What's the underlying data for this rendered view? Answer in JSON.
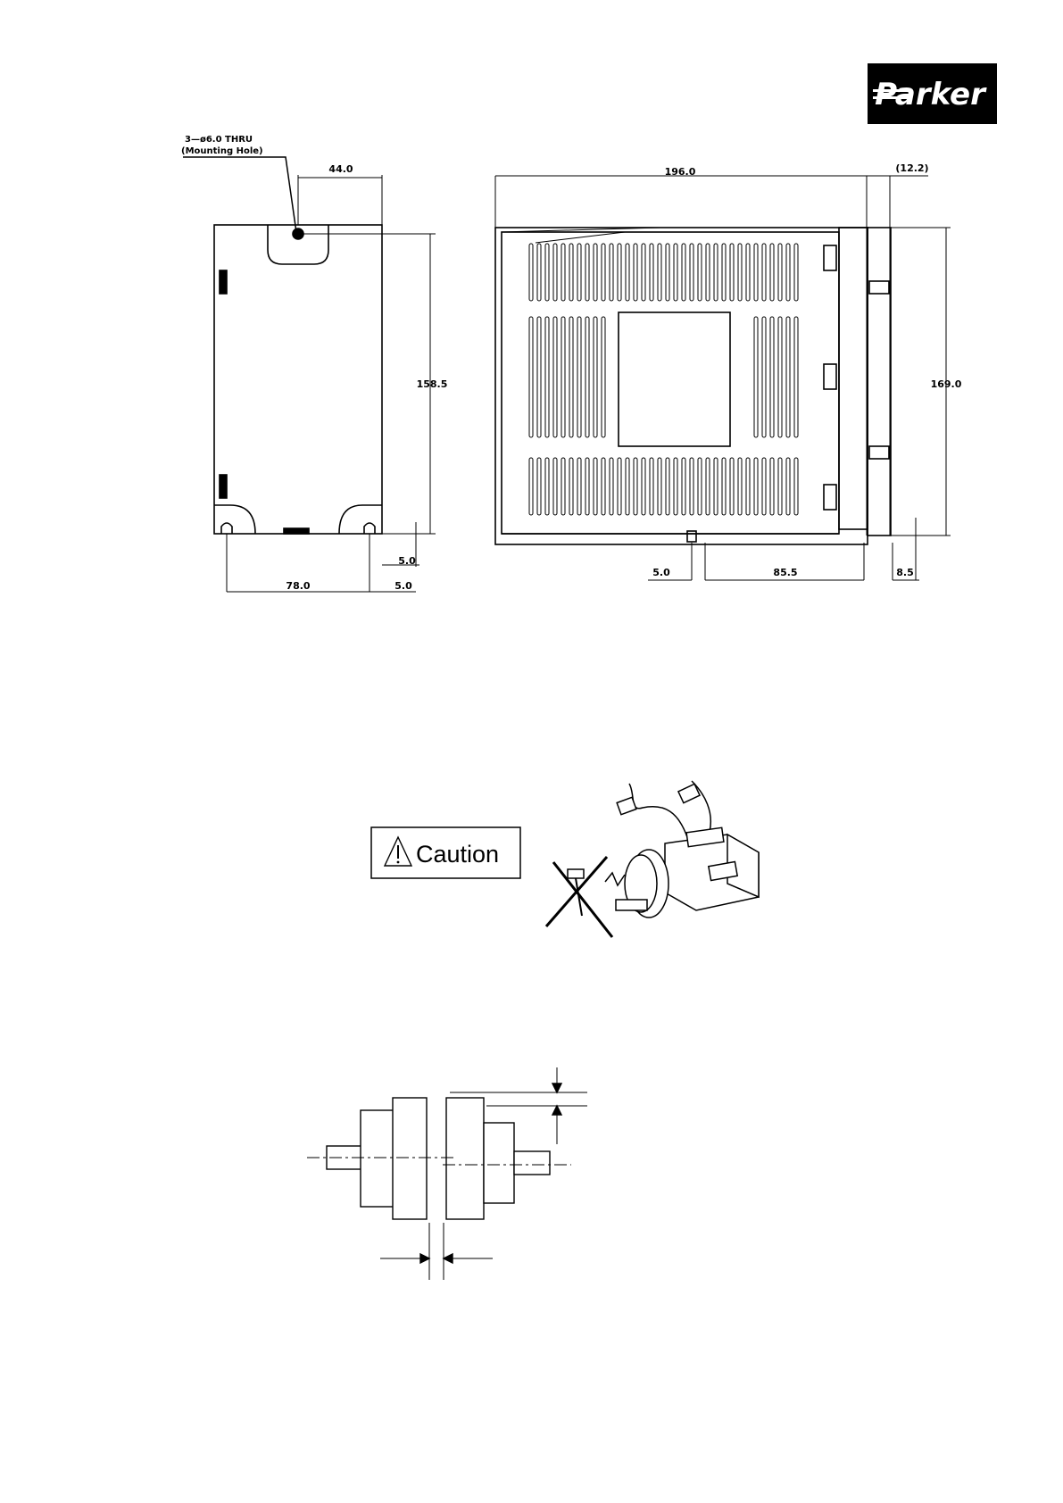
{
  "logo": {
    "text": "Parker"
  },
  "drawing": {
    "hole_note_line1": "3—ø6.0 THRU",
    "hole_note_line2": "(Mounting Hole)",
    "front": {
      "width_top": "44.0",
      "height": "158.5",
      "bottom_gap": "5.0",
      "width_bottom": "78.0",
      "side_gap": "5.0"
    },
    "side": {
      "depth": "196.0",
      "connector": "(12.2)",
      "height": "169.0",
      "left_offset": "5.0",
      "mount_pitch": "85.5",
      "right_offset": "8.5"
    }
  },
  "caution": {
    "label": "Caution",
    "icon": "warning-triangle-icon"
  },
  "motor_figure": {
    "icon": "servo-motor-icon",
    "hammer_icon": "crossed-hammer-icon"
  },
  "coupling_figure": {
    "icon": "shaft-alignment-icon"
  }
}
